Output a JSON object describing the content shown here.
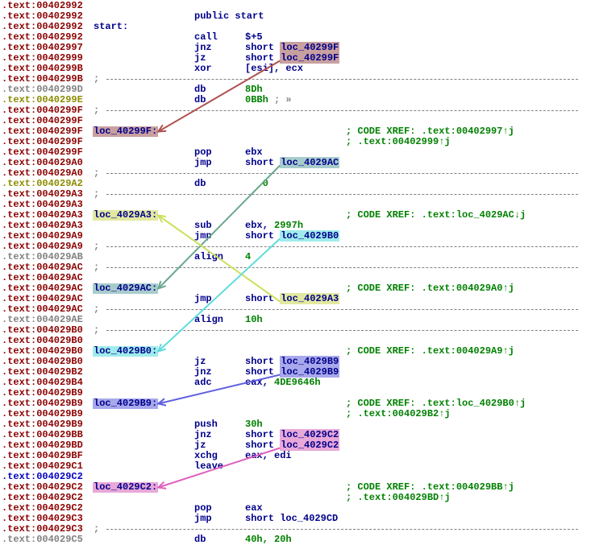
{
  "rows": [
    {
      "addr": ".text:00402992",
      "c": "red"
    },
    {
      "addr": ".text:00402992",
      "c": "red",
      "mn": "public start"
    },
    {
      "addr": ".text:00402992",
      "c": "red",
      "lbl": "start:"
    },
    {
      "addr": ".text:00402992",
      "c": "red",
      "mn": "call",
      "op": "$+5"
    },
    {
      "addr": ".text:00402997",
      "c": "red",
      "mn": "jnz",
      "op": "short ",
      "ref": "loc_40299F",
      "rc": "#c9a0a0"
    },
    {
      "addr": ".text:00402999",
      "c": "red",
      "mn": "jz",
      "op": "short ",
      "ref": "loc_40299F",
      "rc": "#c9a0a0"
    },
    {
      "addr": ".text:0040299B",
      "c": "red",
      "mn": "xor",
      "op": "[esi], ecx"
    },
    {
      "addr": ".text:0040299B",
      "c": "red",
      "sep": ";"
    },
    {
      "addr": ".text:0040299D",
      "c": "gray",
      "mn": "db",
      "op1": "8Dh"
    },
    {
      "addr": ".text:0040299E",
      "c": "olive",
      "mn": "db",
      "op1": "0BBh",
      "c2": " ; »"
    },
    {
      "addr": ".text:0040299F",
      "c": "red",
      "sep": ";"
    },
    {
      "addr": ".text:0040299F",
      "c": "red"
    },
    {
      "addr": ".text:0040299F",
      "c": "red",
      "lbl": "loc_40299F:",
      "lc": "#c9a0a0",
      "cmt": "; CODE XREF: .text:00402997↑j"
    },
    {
      "addr": ".text:0040299F",
      "c": "red",
      "cmt": "; .text:00402999↑j"
    },
    {
      "addr": ".text:0040299F",
      "c": "red",
      "mn": "pop",
      "op": "ebx"
    },
    {
      "addr": ".text:004029A0",
      "c": "red",
      "mn": "jmp",
      "op": "short ",
      "ref": "loc_4029AC",
      "rc": "#a8cccc"
    },
    {
      "addr": ".text:004029A0",
      "c": "red",
      "sep": ";"
    },
    {
      "addr": ".text:004029A2",
      "c": "olive",
      "mn": "db",
      "op1": "   0"
    },
    {
      "addr": ".text:004029A3",
      "c": "red",
      "sep": ";"
    },
    {
      "addr": ".text:004029A3",
      "c": "red"
    },
    {
      "addr": ".text:004029A3",
      "c": "red",
      "lbl": "loc_4029A3:",
      "lc": "#e2e8a0",
      "cmt": "; CODE XREF: .text:loc_4029AC↓j"
    },
    {
      "addr": ".text:004029A3",
      "c": "red",
      "mn": "sub",
      "op": "ebx, ",
      "opn": "2997h"
    },
    {
      "addr": ".text:004029A9",
      "c": "red",
      "mn": "jmp",
      "op": "short ",
      "ref": "loc_4029B0",
      "rc": "#a0ecec"
    },
    {
      "addr": ".text:004029A9",
      "c": "red",
      "sep": ";"
    },
    {
      "addr": ".text:004029AB",
      "c": "gray",
      "mn": "align",
      "op1": "4"
    },
    {
      "addr": ".text:004029AC",
      "c": "red",
      "sep": ";"
    },
    {
      "addr": ".text:004029AC",
      "c": "red"
    },
    {
      "addr": ".text:004029AC",
      "c": "red",
      "lbl": "loc_4029AC:",
      "lc": "#a8cccc",
      "cmt": "; CODE XREF: .text:004029A0↑j"
    },
    {
      "addr": ".text:004029AC",
      "c": "red",
      "mn": "jmp",
      "op": "short ",
      "ref": "loc_4029A3",
      "rc": "#e2e8a0"
    },
    {
      "addr": ".text:004029AC",
      "c": "red",
      "sep": ";"
    },
    {
      "addr": ".text:004029AE",
      "c": "gray",
      "mn": "align",
      "op1": "10h"
    },
    {
      "addr": ".text:004029B0",
      "c": "red",
      "sep": ";"
    },
    {
      "addr": ".text:004029B0",
      "c": "red"
    },
    {
      "addr": ".text:004029B0",
      "c": "red",
      "lbl": "loc_4029B0:",
      "lc": "#a0ecec",
      "cmt": "; CODE XREF: .text:004029A9↑j"
    },
    {
      "addr": ".text:004029B0",
      "c": "red",
      "mn": "jz",
      "op": "short ",
      "ref": "loc_4029B9",
      "rc": "#a8a8ec"
    },
    {
      "addr": ".text:004029B2",
      "c": "red",
      "mn": "jnz",
      "op": "short ",
      "ref": "loc_4029B9",
      "rc": "#a8a8ec"
    },
    {
      "addr": ".text:004029B4",
      "c": "red",
      "mn": "adc",
      "op": "eax, ",
      "opn": "4DE9646h"
    },
    {
      "addr": ".text:004029B9",
      "c": "red"
    },
    {
      "addr": ".text:004029B9",
      "c": "red",
      "lbl": "loc_4029B9:",
      "lc": "#a8a8ec",
      "cmt": "; CODE XREF: .text:loc_4029B0↑j"
    },
    {
      "addr": ".text:004029B9",
      "c": "red",
      "cmt": "; .text:004029B2↑j"
    },
    {
      "addr": ".text:004029B9",
      "c": "red",
      "mn": "push",
      "opn2": "30h"
    },
    {
      "addr": ".text:004029BB",
      "c": "red",
      "mn": "jnz",
      "op": "short ",
      "ref": "loc_4029C2",
      "rc": "#e8a8d8"
    },
    {
      "addr": ".text:004029BD",
      "c": "red",
      "mn": "jz",
      "op": "short ",
      "ref": "loc_4029C2",
      "rc": "#e8a8d8"
    },
    {
      "addr": ".text:004029BF",
      "c": "red",
      "mn": "xchg",
      "op": "eax, edi"
    },
    {
      "addr": ".text:004029C1",
      "c": "red",
      "mn": "leave"
    },
    {
      "addr": ".text:004029C2",
      "c": "blue"
    },
    {
      "addr": ".text:004029C2",
      "c": "red",
      "lbl": "loc_4029C2:",
      "lc": "#e8a8d8",
      "cmt": "; CODE XREF: .text:004029BB↑j"
    },
    {
      "addr": ".text:004029C2",
      "c": "red",
      "cmt": "; .text:004029BD↑j"
    },
    {
      "addr": ".text:004029C2",
      "c": "red",
      "mn": "pop",
      "op": "eax"
    },
    {
      "addr": ".text:004029C3",
      "c": "red",
      "mn": "jmp",
      "op": "short loc_4029CD"
    },
    {
      "addr": ".text:004029C3",
      "c": "red",
      "sep": ";"
    },
    {
      "addr": ".text:004029C5",
      "c": "gray",
      "mn": "db",
      "op1": "40h, 20h"
    }
  ],
  "arrows": [
    {
      "from": 5,
      "to": 12,
      "color": "#b05050"
    },
    {
      "from": 15,
      "to": 27,
      "color": "#6aa890"
    },
    {
      "from": 28,
      "to": 20,
      "color": "#cce060"
    },
    {
      "from": 22,
      "to": 33,
      "color": "#60dcdc"
    },
    {
      "from": 35,
      "to": 38,
      "color": "#6060e0"
    },
    {
      "from": 42,
      "to": 46,
      "color": "#e060c0"
    }
  ]
}
